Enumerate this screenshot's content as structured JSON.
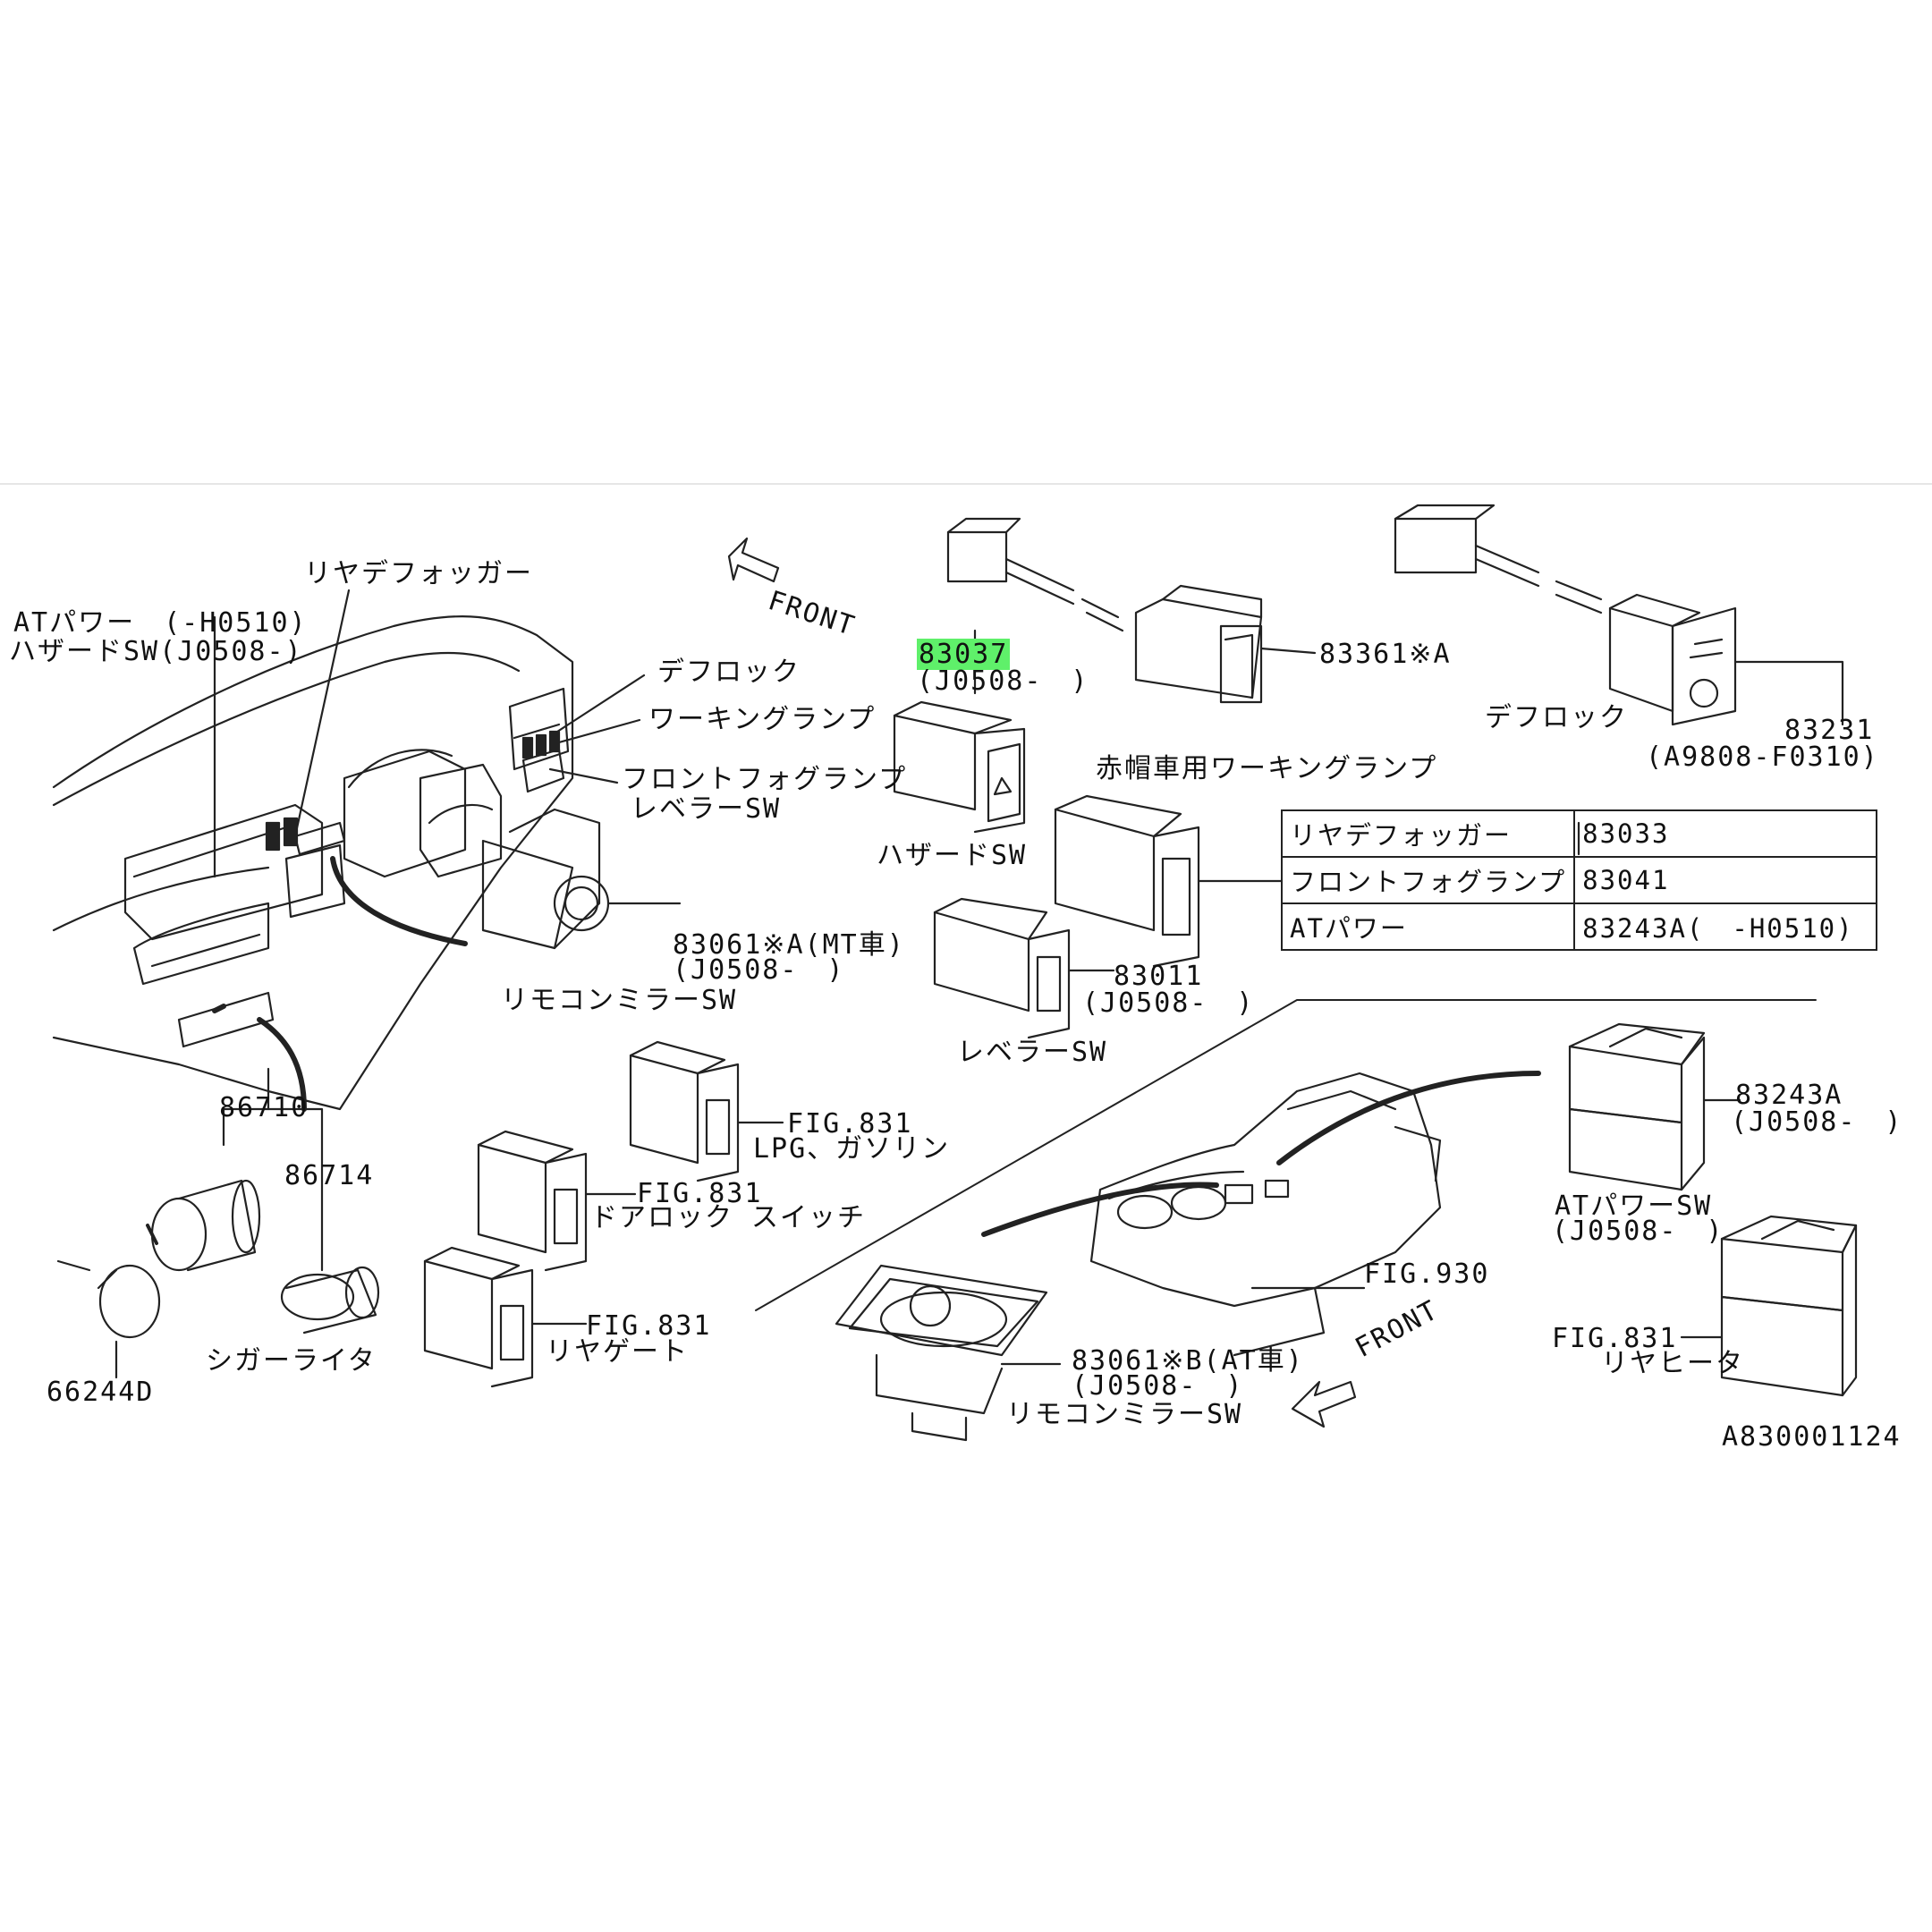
{
  "labels": {
    "rear_defogger": "リヤデフォッガー",
    "at_power_top": "ATパワー　(-H0510)",
    "hazard_sw_top": "ハザードSW(J0508-)",
    "deflock_left": "デフロック",
    "working_lamp_left": "ワーキングランプ",
    "front_fog_lamp_left": "フロントフォグランプ",
    "leveler_sw_left": "レベラーSW",
    "front_top": "FRONT",
    "part_83037": "83037",
    "j0508_a": "(J0508-　)",
    "part_83361a": "83361※A",
    "red_cap_working_lamp": "赤帽車用ワーキングランプ",
    "deflock_right": "デフロック",
    "part_83231": "83231",
    "a9808": "(A9808-F0310)",
    "hazard_sw": "ハザードSW",
    "part_83061a": "83061※A(MT車)",
    "j0508_b": "(J0508-　)",
    "remocon_mirror_sw_a": "リモコンミラーSW",
    "part_83011": "83011",
    "j0508_c": "(J0508-　)",
    "leveler_sw": "レベラーSW",
    "part_86710": "86710",
    "part_86714": "86714",
    "part_66244d": "66244D",
    "cigar_lighter": "シガーライタ",
    "fig831_lpg": "FIG.831",
    "lpg_gasoline": "LPG、ガソリン",
    "fig831_doorlock": "FIG.831",
    "door_lock_switch": "ドアロック スイッチ",
    "fig831_rear_gate": "FIG.831",
    "rear_gate": "リヤゲート",
    "part_83243a": "83243A",
    "j0508_d": "(J0508-　)",
    "at_power_sw": "ATパワーSW",
    "j0508_e": "(J0508-　)",
    "fig930": "FIG.930",
    "part_83061b": "83061※B(AT車)",
    "j0508_f": "(J0508-　)",
    "remocon_mirror_sw_b": "リモコンミラーSW",
    "front_bottom": "FRONT",
    "fig831_rear_heater": "FIG.831",
    "rear_heater": "リヤヒータ",
    "drawing_no": "A830001124"
  },
  "legend_table": [
    {
      "name": "リヤデフォッガー",
      "part": "83033"
    },
    {
      "name": "フロントフォグランプ",
      "part": "83041"
    },
    {
      "name": "ATパワー",
      "part": "83243A(　-H0510)"
    }
  ],
  "colors": {
    "highlight": "#5ff06a",
    "ink": "#111111",
    "background": "#ffffff"
  }
}
